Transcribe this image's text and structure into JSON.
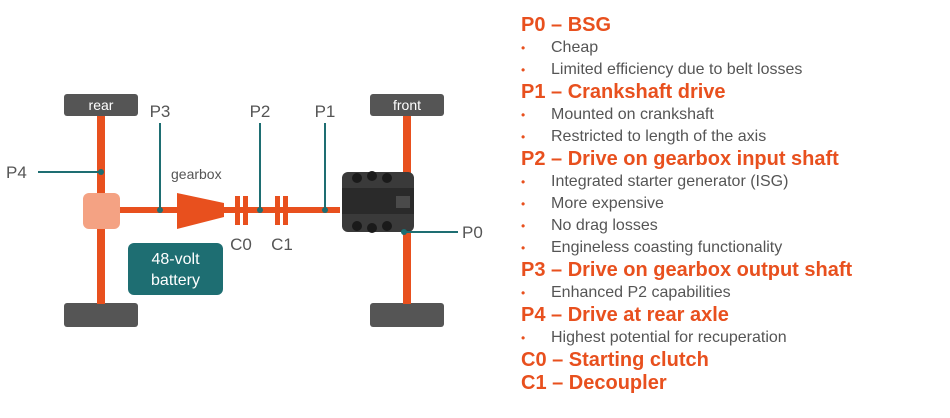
{
  "diagram": {
    "wheels": {
      "rear": "rear",
      "front": "front"
    },
    "positions": {
      "p0": "P0",
      "p1": "P1",
      "p2": "P2",
      "p3": "P3",
      "p4": "P4"
    },
    "clutches": {
      "c0": "C0",
      "c1": "C1"
    },
    "gearbox": "gearbox",
    "battery": {
      "line1": "48-volt",
      "line2": "battery"
    },
    "colors": {
      "shaft": "#e8501e",
      "marker": "#1e6e72",
      "wheel": "#555555",
      "battery": "#1e6e72",
      "diff": "#f4a283",
      "engine": "#3a3a3a"
    }
  },
  "legend": [
    {
      "title": "P0 – BSG",
      "items": [
        "Cheap",
        "Limited efficiency due to belt losses"
      ]
    },
    {
      "title": "P1 – Crankshaft drive",
      "items": [
        "Mounted on crankshaft",
        "Restricted to length of the axis"
      ]
    },
    {
      "title": "P2 – Drive on gearbox input shaft",
      "items": [
        "Integrated starter generator (ISG)",
        "More expensive",
        "No drag losses",
        "Engineless coasting functionality"
      ]
    },
    {
      "title": "P3 – Drive on gearbox output shaft",
      "items": [
        "Enhanced P2 capabilities"
      ]
    },
    {
      "title": "P4 – Drive at rear axle",
      "items": [
        "Highest potential for recuperation"
      ]
    },
    {
      "title": "C0 – Starting clutch",
      "items": []
    },
    {
      "title": "C1 – Decoupler",
      "items": []
    }
  ]
}
